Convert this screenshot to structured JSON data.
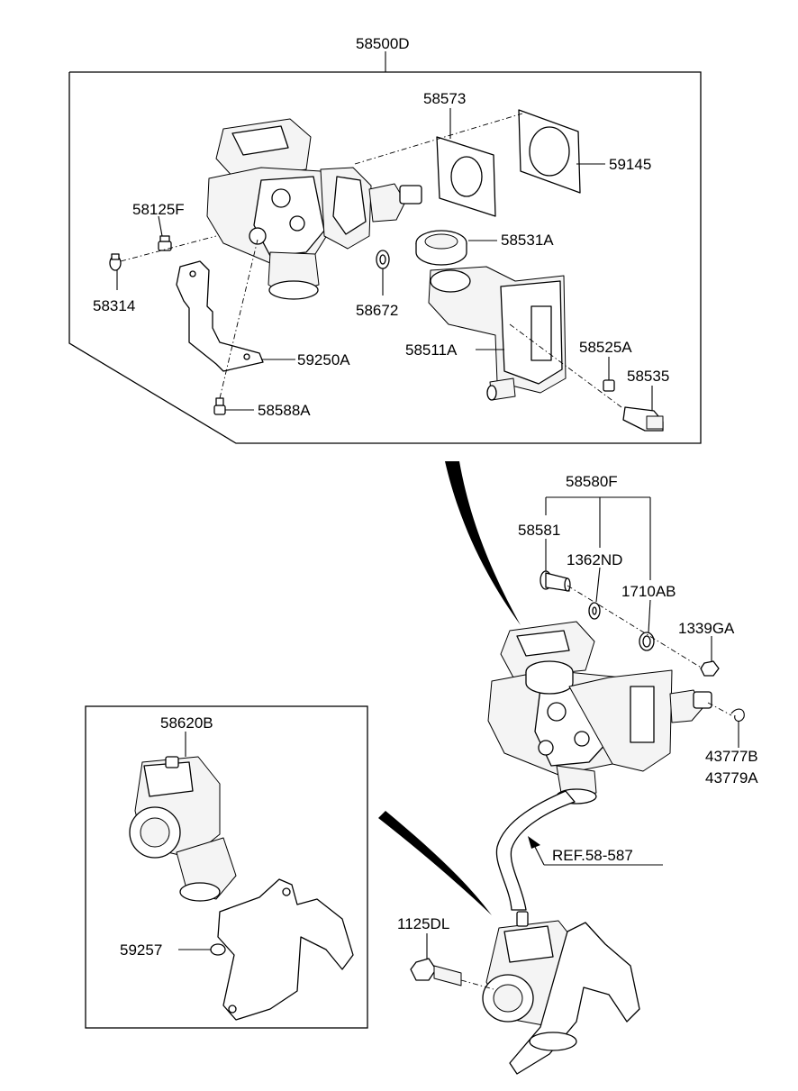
{
  "labels": {
    "assembly": "58500D",
    "gasket_inner": "58573",
    "gasket_outer": "59145",
    "bleeder_bolt": "58125F",
    "cap": "58314",
    "reservoir_cap": "58531A",
    "seal": "58672",
    "reservoir": "58511A",
    "bracket": "59250A",
    "pin": "58525A",
    "sensor": "58535",
    "screw": "58588A",
    "kit": "58580F",
    "kit_bolt": "58581",
    "kit_washer": "1362ND",
    "kit_oring": "1710AB",
    "nut": "1339GA",
    "clip_a": "43777B",
    "clip_b": "43779A",
    "pump_assy": "58620B",
    "pump_bracket": "59257",
    "mount_bolt": "1125DL",
    "hose_ref": "REF.58-587"
  }
}
